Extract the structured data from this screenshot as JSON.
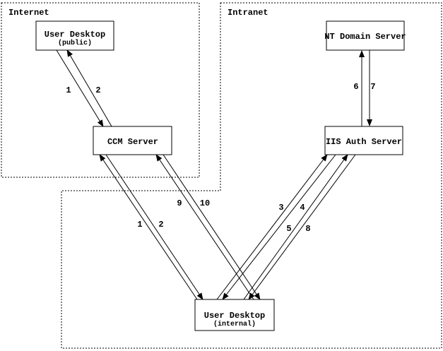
{
  "zones": {
    "internet": {
      "label": "Internet"
    },
    "intranet": {
      "label": "Intranet"
    }
  },
  "nodes": {
    "user_desktop_public": {
      "label": "User Desktop",
      "sublabel": "(public)"
    },
    "nt_domain_server": {
      "label": "NT Domain Server"
    },
    "ccm_server": {
      "label": "CCM Server"
    },
    "iis_auth_server": {
      "label": "IIS Auth Server"
    },
    "user_desktop_internal": {
      "label": "User Desktop",
      "sublabel": "(internal)"
    }
  },
  "flows": {
    "public_desktop_to_ccm": {
      "label": "1"
    },
    "ccm_to_public_desktop": {
      "label": "2"
    },
    "internal_desktop_to_ccm": {
      "label": "1"
    },
    "ccm_to_internal_desktop": {
      "label": "2"
    },
    "internal_desktop_to_iis_request": {
      "label": "3"
    },
    "iis_to_internal_desktop_challenge": {
      "label": "4"
    },
    "internal_desktop_to_iis_response": {
      "label": "5"
    },
    "iis_to_nt_domain": {
      "label": "6"
    },
    "nt_domain_to_iis": {
      "label": "7"
    },
    "iis_to_internal_desktop_token": {
      "label": "8"
    },
    "internal_desktop_to_ccm_authed": {
      "label": "9"
    },
    "ccm_to_internal_desktop_content": {
      "label": "10"
    }
  }
}
